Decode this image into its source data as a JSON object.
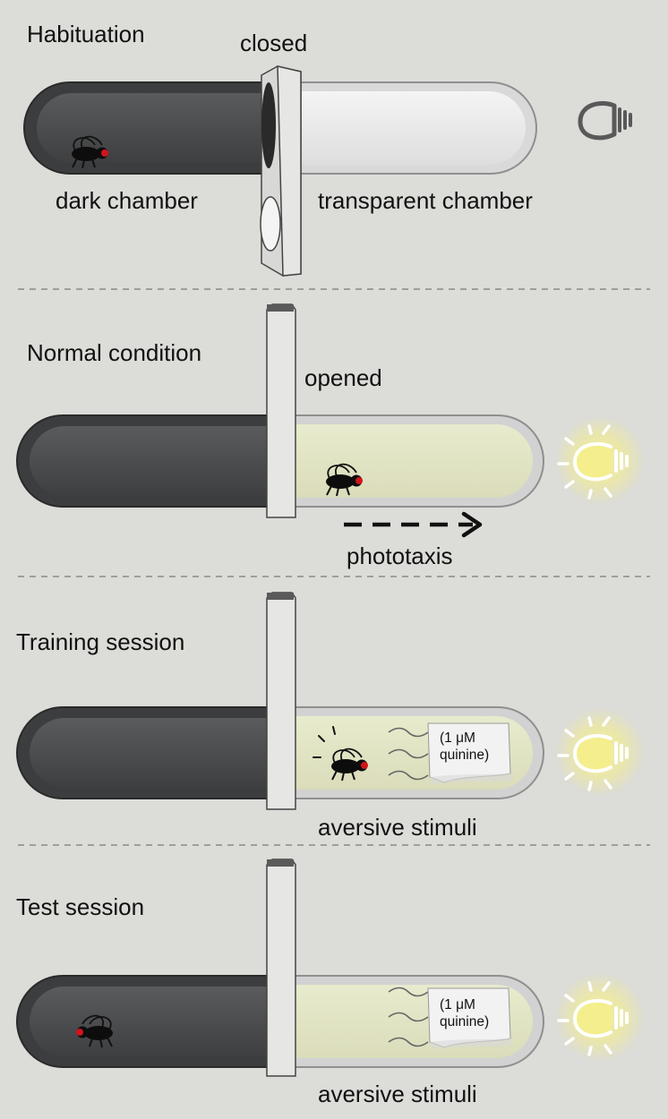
{
  "panels": [
    {
      "title": "Habituation",
      "door_state": "closed",
      "left_label": "dark chamber",
      "right_label": "transparent chamber"
    },
    {
      "title": "Normal condition",
      "door_state": "opened",
      "arrow_label": "phototaxis"
    },
    {
      "title": "Training session",
      "stimulus_label": "aversive stimuli",
      "paper_line1": "(1 μM",
      "paper_line2": "quinine)"
    },
    {
      "title": "Test session",
      "stimulus_label": "aversive stimuli",
      "paper_line1": "(1 μM",
      "paper_line2": "quinine)"
    }
  ],
  "icons": [
    "lamp-off-icon",
    "lamp-on-icon",
    "fly-icon",
    "odor-wave-icon",
    "filter-paper-icon"
  ],
  "colors": {
    "background": "#dcdcd8",
    "dark_chamber": "#4a4b4d",
    "transparent_chamber": "#ececec",
    "lit_chamber": "#e2e5c4",
    "door": "#e6e6e4",
    "lamp_off": "#555555",
    "lamp_glow": "#f2ec7a",
    "fly_eye": "#d0141c"
  }
}
